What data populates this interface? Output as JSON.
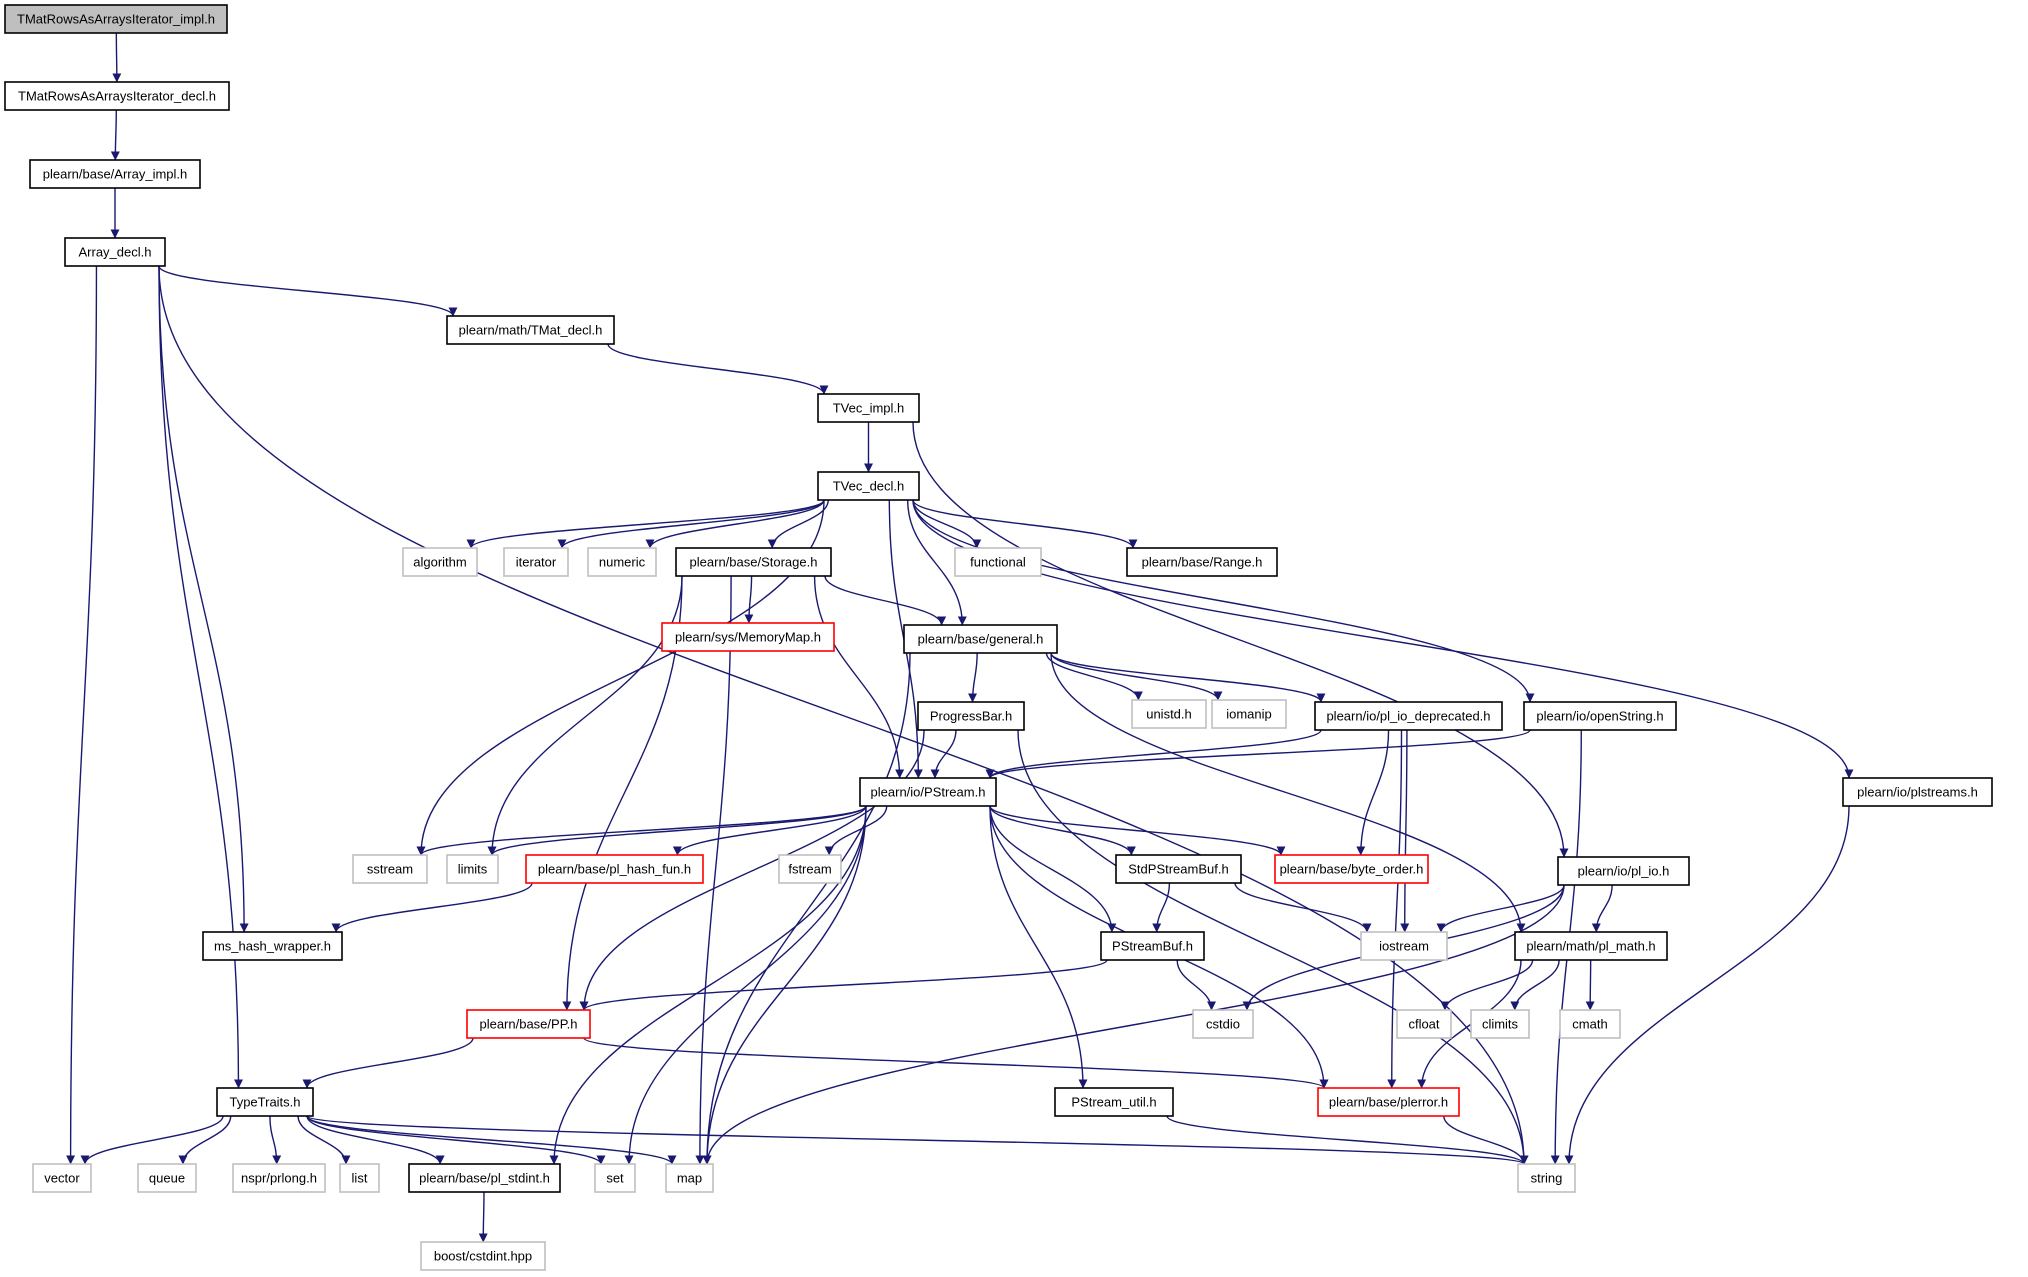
{
  "colors": {
    "edge": "#191970",
    "border_normal": "#000000",
    "border_external": "#bfbfbf",
    "border_incomplete": "#ff0000",
    "fill_root": "#bfbfbf",
    "fill_default": "#ffffff"
  },
  "nodes": [
    {
      "id": "root",
      "label": "TMatRowsAsArraysIterator_impl.h",
      "kind": "root"
    },
    {
      "id": "decl",
      "label": "TMatRowsAsArraysIterator_decl.h",
      "kind": "normal"
    },
    {
      "id": "arrimpl",
      "label": "plearn/base/Array_impl.h",
      "kind": "normal"
    },
    {
      "id": "arrdecl",
      "label": "Array_decl.h",
      "kind": "normal"
    },
    {
      "id": "tmatdecl",
      "label": "plearn/math/TMat_decl.h",
      "kind": "normal"
    },
    {
      "id": "tvecimpl",
      "label": "TVec_impl.h",
      "kind": "normal"
    },
    {
      "id": "tvecdecl",
      "label": "TVec_decl.h",
      "kind": "normal"
    },
    {
      "id": "algorithm",
      "label": "algorithm",
      "kind": "external"
    },
    {
      "id": "iterator",
      "label": "iterator",
      "kind": "external"
    },
    {
      "id": "numeric",
      "label": "numeric",
      "kind": "external"
    },
    {
      "id": "storage",
      "label": "plearn/base/Storage.h",
      "kind": "normal"
    },
    {
      "id": "functional",
      "label": "functional",
      "kind": "external"
    },
    {
      "id": "range",
      "label": "plearn/base/Range.h",
      "kind": "normal"
    },
    {
      "id": "memmap",
      "label": "plearn/sys/MemoryMap.h",
      "kind": "incomplete"
    },
    {
      "id": "general",
      "label": "plearn/base/general.h",
      "kind": "normal"
    },
    {
      "id": "progress",
      "label": "ProgressBar.h",
      "kind": "normal"
    },
    {
      "id": "unistd",
      "label": "unistd.h",
      "kind": "external"
    },
    {
      "id": "iomanip",
      "label": "iomanip",
      "kind": "external"
    },
    {
      "id": "pliodep",
      "label": "plearn/io/pl_io_deprecated.h",
      "kind": "normal"
    },
    {
      "id": "openstr",
      "label": "plearn/io/openString.h",
      "kind": "normal"
    },
    {
      "id": "plstreams",
      "label": "plearn/io/plstreams.h",
      "kind": "normal"
    },
    {
      "id": "pstream",
      "label": "plearn/io/PStream.h",
      "kind": "normal"
    },
    {
      "id": "sstream",
      "label": "sstream",
      "kind": "external"
    },
    {
      "id": "limits",
      "label": "limits",
      "kind": "external"
    },
    {
      "id": "hashfun",
      "label": "plearn/base/pl_hash_fun.h",
      "kind": "incomplete"
    },
    {
      "id": "fstream",
      "label": "fstream",
      "kind": "external"
    },
    {
      "id": "stdpsb",
      "label": "StdPStreamBuf.h",
      "kind": "normal"
    },
    {
      "id": "byteorder",
      "label": "plearn/base/byte_order.h",
      "kind": "incomplete"
    },
    {
      "id": "plio",
      "label": "plearn/io/pl_io.h",
      "kind": "normal"
    },
    {
      "id": "mshash",
      "label": "ms_hash_wrapper.h",
      "kind": "normal"
    },
    {
      "id": "psb",
      "label": "PStreamBuf.h",
      "kind": "normal"
    },
    {
      "id": "iostream",
      "label": "iostream",
      "kind": "external"
    },
    {
      "id": "plmath",
      "label": "plearn/math/pl_math.h",
      "kind": "normal"
    },
    {
      "id": "pp",
      "label": "plearn/base/PP.h",
      "kind": "incomplete"
    },
    {
      "id": "cstdio",
      "label": "cstdio",
      "kind": "external"
    },
    {
      "id": "cfloat",
      "label": "cfloat",
      "kind": "external"
    },
    {
      "id": "climits",
      "label": "climits",
      "kind": "external"
    },
    {
      "id": "cmath",
      "label": "cmath",
      "kind": "external"
    },
    {
      "id": "typetraits",
      "label": "TypeTraits.h",
      "kind": "normal"
    },
    {
      "id": "psutil",
      "label": "PStream_util.h",
      "kind": "normal"
    },
    {
      "id": "plerror",
      "label": "plearn/base/plerror.h",
      "kind": "incomplete"
    },
    {
      "id": "vector",
      "label": "vector",
      "kind": "external"
    },
    {
      "id": "queue",
      "label": "queue",
      "kind": "external"
    },
    {
      "id": "prlong",
      "label": "nspr/prlong.h",
      "kind": "external"
    },
    {
      "id": "list",
      "label": "list",
      "kind": "external"
    },
    {
      "id": "plstdint",
      "label": "plearn/base/pl_stdint.h",
      "kind": "normal"
    },
    {
      "id": "set",
      "label": "set",
      "kind": "external"
    },
    {
      "id": "map",
      "label": "map",
      "kind": "external"
    },
    {
      "id": "string",
      "label": "string",
      "kind": "external"
    },
    {
      "id": "cstdint",
      "label": "boost/cstdint.hpp",
      "kind": "external"
    }
  ],
  "edges": [
    [
      "root",
      "decl"
    ],
    [
      "decl",
      "arrimpl"
    ],
    [
      "arrimpl",
      "arrdecl"
    ],
    [
      "arrdecl",
      "vector"
    ],
    [
      "arrdecl",
      "typetraits"
    ],
    [
      "arrdecl",
      "mshash"
    ],
    [
      "arrdecl",
      "tmatdecl"
    ],
    [
      "arrdecl",
      "string"
    ],
    [
      "tmatdecl",
      "tvecimpl"
    ],
    [
      "tvecimpl",
      "tvecdecl"
    ],
    [
      "tvecimpl",
      "plio"
    ],
    [
      "tvecdecl",
      "sstream"
    ],
    [
      "tvecdecl",
      "algorithm"
    ],
    [
      "tvecdecl",
      "iterator"
    ],
    [
      "tvecdecl",
      "numeric"
    ],
    [
      "tvecdecl",
      "storage"
    ],
    [
      "tvecdecl",
      "pstream"
    ],
    [
      "tvecdecl",
      "general"
    ],
    [
      "tvecdecl",
      "functional"
    ],
    [
      "tvecdecl",
      "range"
    ],
    [
      "tvecdecl",
      "openstr"
    ],
    [
      "tvecdecl",
      "plstreams"
    ],
    [
      "storage",
      "memmap"
    ],
    [
      "storage",
      "general"
    ],
    [
      "storage",
      "limits"
    ],
    [
      "storage",
      "pstream"
    ],
    [
      "storage",
      "pp"
    ],
    [
      "storage",
      "map"
    ],
    [
      "general",
      "progress"
    ],
    [
      "general",
      "unistd"
    ],
    [
      "general",
      "iomanip"
    ],
    [
      "general",
      "pliodep"
    ],
    [
      "general",
      "map"
    ],
    [
      "general",
      "plmath"
    ],
    [
      "progress",
      "pstream"
    ],
    [
      "progress",
      "pp"
    ],
    [
      "progress",
      "string"
    ],
    [
      "pliodep",
      "pstream"
    ],
    [
      "pliodep",
      "byteorder"
    ],
    [
      "pliodep",
      "iostream"
    ],
    [
      "pliodep",
      "plerror"
    ],
    [
      "openstr",
      "pstream"
    ],
    [
      "openstr",
      "string"
    ],
    [
      "plstreams",
      "string"
    ],
    [
      "pstream",
      "sstream"
    ],
    [
      "pstream",
      "limits"
    ],
    [
      "pstream",
      "hashfun"
    ],
    [
      "pstream",
      "fstream"
    ],
    [
      "pstream",
      "stdpsb"
    ],
    [
      "pstream",
      "byteorder"
    ],
    [
      "pstream",
      "psb"
    ],
    [
      "pstream",
      "plstdint"
    ],
    [
      "pstream",
      "set"
    ],
    [
      "pstream",
      "map"
    ],
    [
      "pstream",
      "psutil"
    ],
    [
      "pstream",
      "plerror"
    ],
    [
      "hashfun",
      "mshash"
    ],
    [
      "stdpsb",
      "psb"
    ],
    [
      "stdpsb",
      "iostream"
    ],
    [
      "plio",
      "iostream"
    ],
    [
      "plio",
      "cstdio"
    ],
    [
      "plio",
      "plmath"
    ],
    [
      "plio",
      "map"
    ],
    [
      "psb",
      "pp"
    ],
    [
      "psb",
      "cstdio"
    ],
    [
      "plmath",
      "cfloat"
    ],
    [
      "plmath",
      "climits"
    ],
    [
      "plmath",
      "cmath"
    ],
    [
      "plmath",
      "plerror"
    ],
    [
      "pp",
      "typetraits"
    ],
    [
      "pp",
      "plerror"
    ],
    [
      "typetraits",
      "vector"
    ],
    [
      "typetraits",
      "queue"
    ],
    [
      "typetraits",
      "prlong"
    ],
    [
      "typetraits",
      "list"
    ],
    [
      "typetraits",
      "plstdint"
    ],
    [
      "typetraits",
      "set"
    ],
    [
      "typetraits",
      "map"
    ],
    [
      "typetraits",
      "string"
    ],
    [
      "psutil",
      "string"
    ],
    [
      "plerror",
      "string"
    ],
    [
      "plstdint",
      "cstdint"
    ]
  ]
}
